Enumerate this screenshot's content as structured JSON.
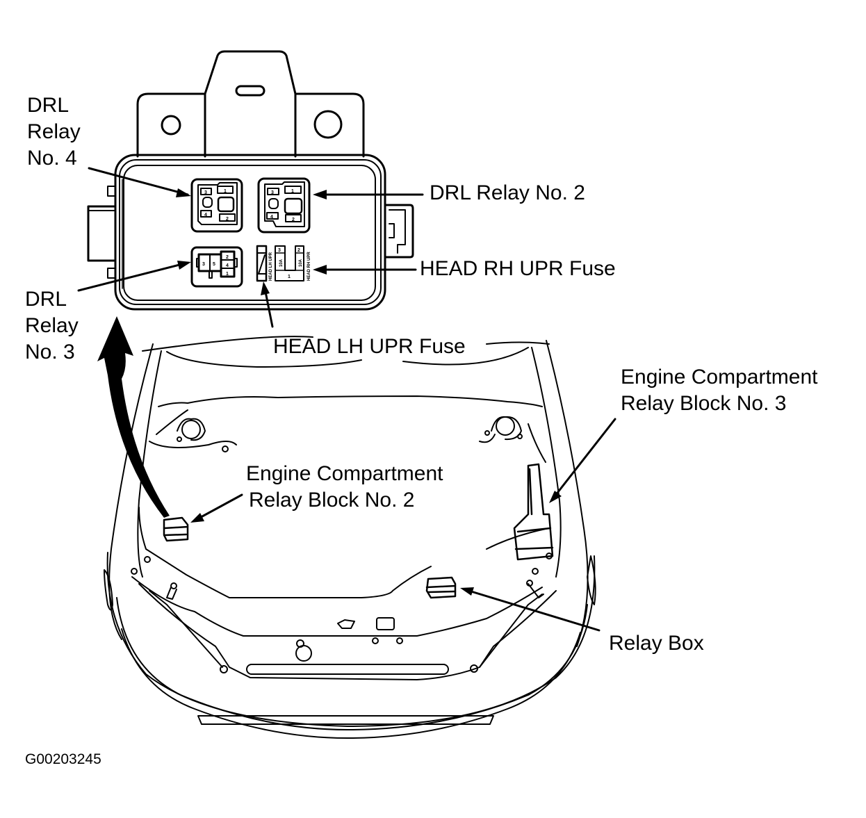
{
  "figure_id": "G00203245",
  "labels": {
    "drl_relay_4": [
      "DRL",
      "Relay",
      "No. 4"
    ],
    "drl_relay_3": [
      "DRL",
      "Relay",
      "No. 3"
    ],
    "drl_relay_2": "DRL Relay No. 2",
    "head_rh_upr_fuse": "HEAD RH UPR Fuse",
    "head_lh_upr_fuse": "HEAD LH UPR Fuse",
    "ecrb_3": [
      "Engine Compartment",
      "Relay Block No. 3"
    ],
    "ecrb_2": [
      "Engine Compartment",
      "Relay Block No. 2"
    ],
    "relay_box": "Relay Box"
  },
  "fuse_box": {
    "relay4_terminals": [
      "3",
      "1",
      "4",
      "2"
    ],
    "relay2_terminals": [
      "3",
      "1",
      "4",
      "2"
    ],
    "relay3_terminals": [
      "3",
      "5",
      "2",
      "4",
      "1"
    ],
    "fuse_lh_text": "HEAD LH UPR",
    "fuse_rh_text": "HEAD RH UPR",
    "fuse_slot_labels": [
      "3",
      "2",
      "1"
    ],
    "fuse_rating": "10A"
  },
  "colors": {
    "ink": "#000000",
    "paper": "#ffffff"
  }
}
